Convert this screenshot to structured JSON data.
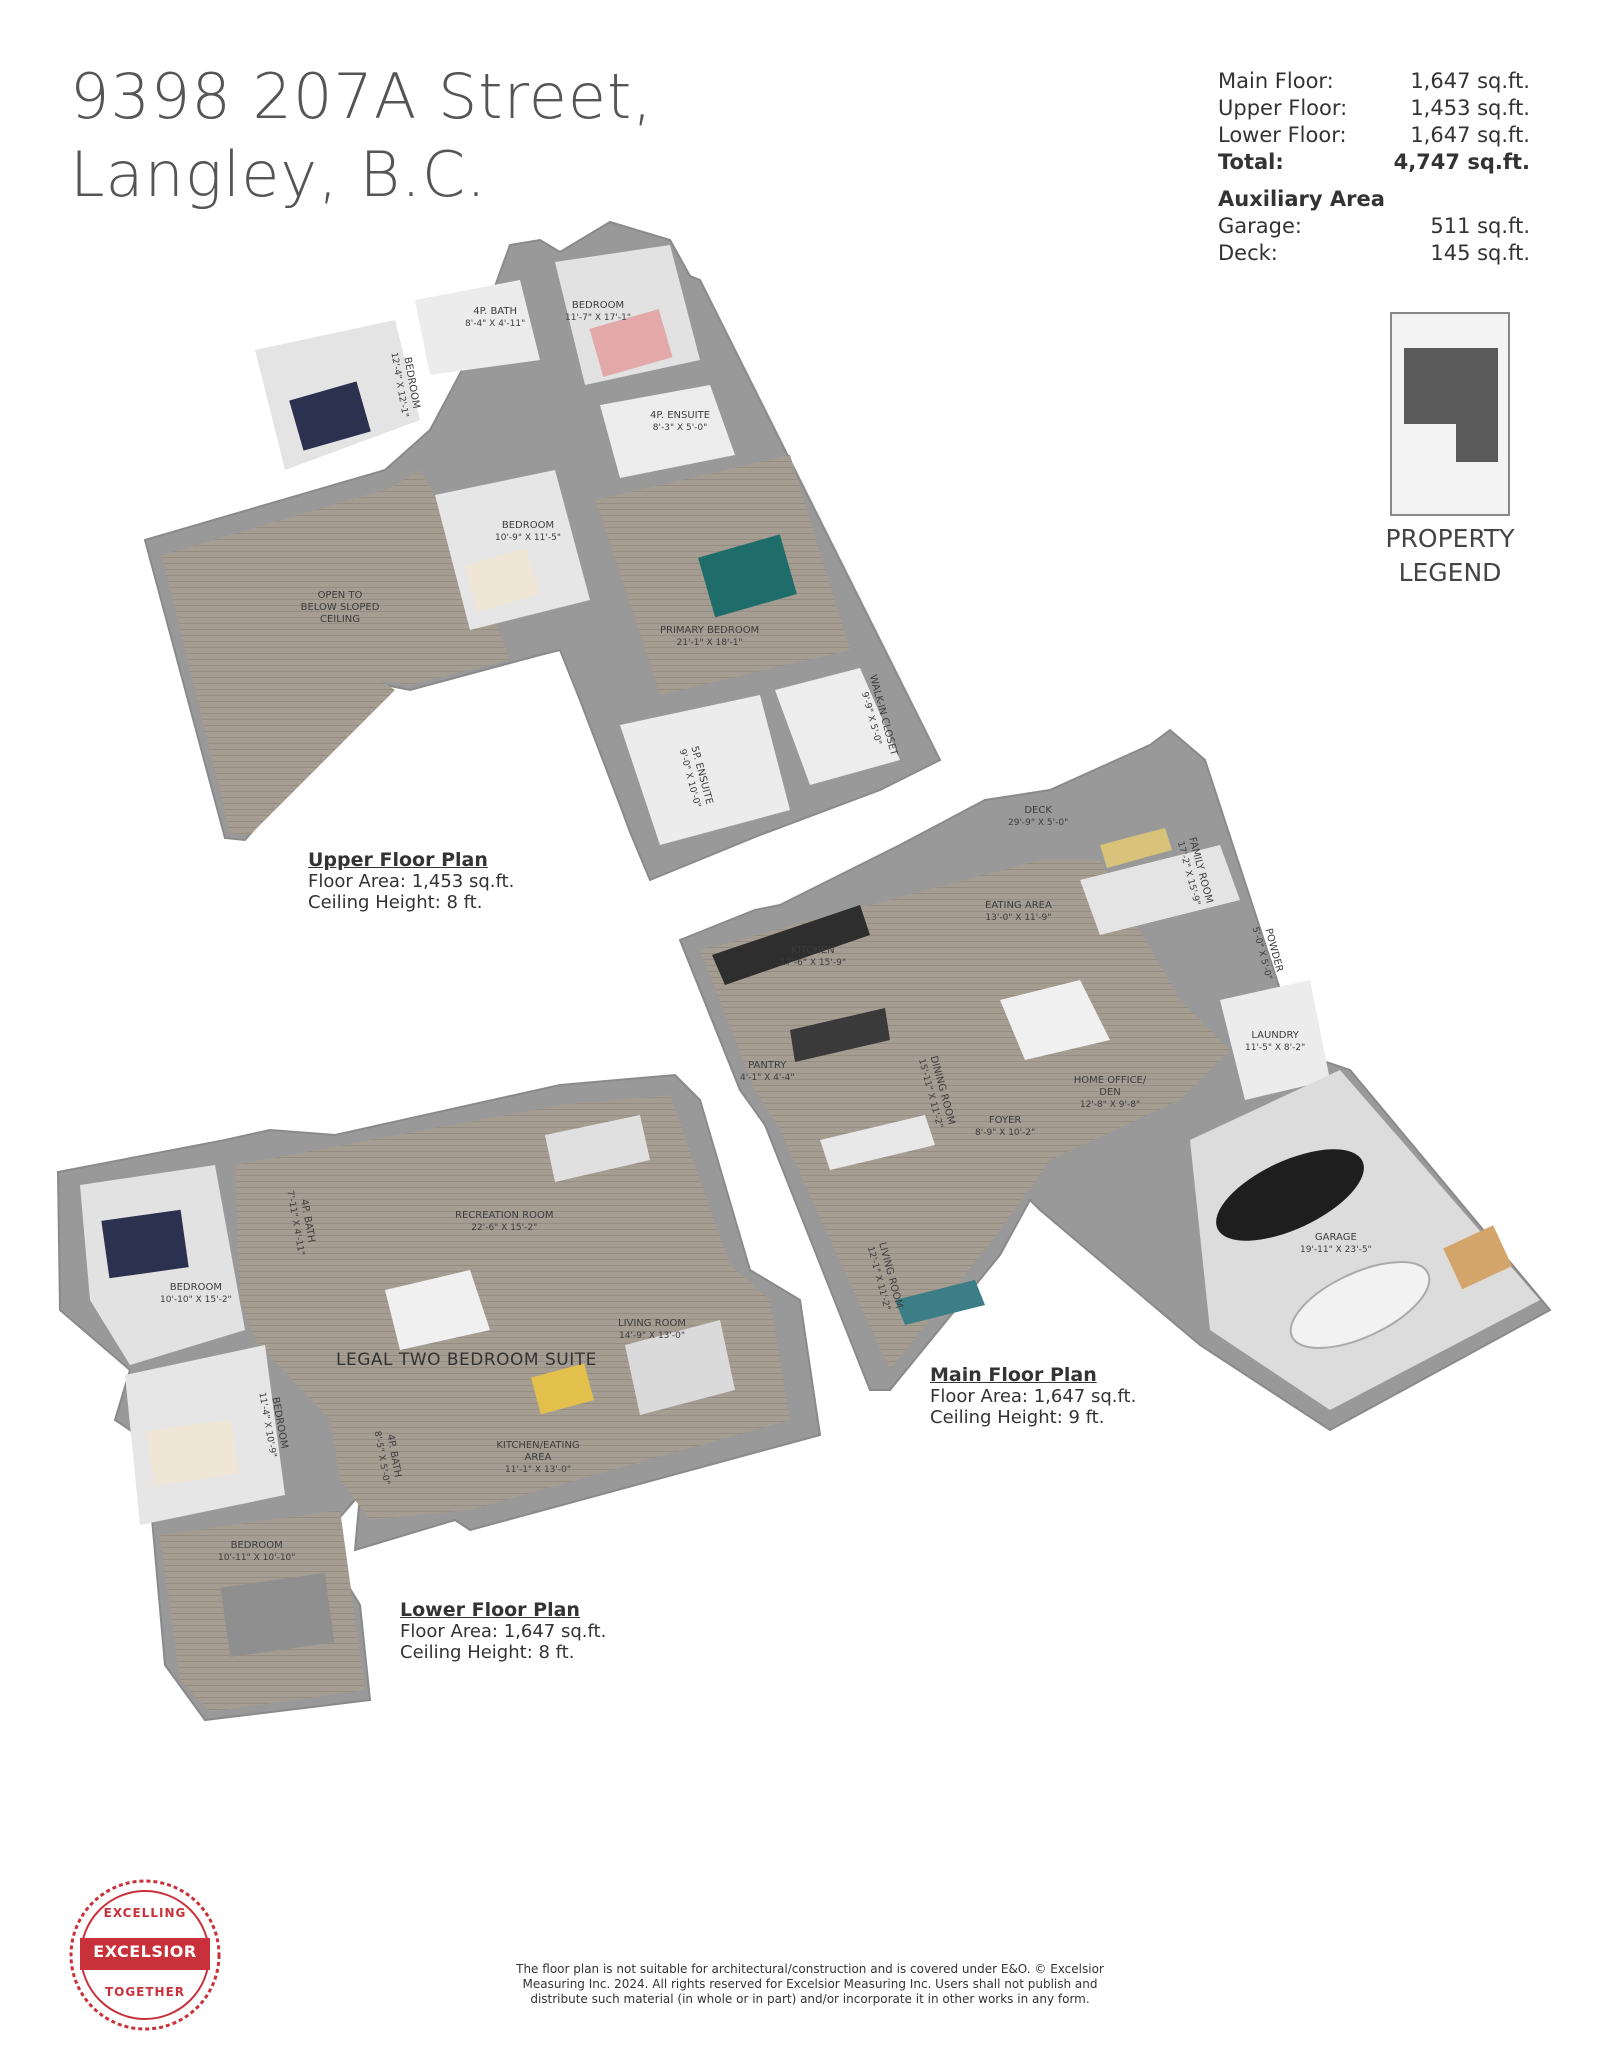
{
  "title": {
    "line1": "9398 207A Street,",
    "line2": "Langley, B.C."
  },
  "areas": {
    "main": {
      "label": "Main Floor:",
      "value": "1,647 sq.ft."
    },
    "upper": {
      "label": "Upper Floor:",
      "value": "1,453 sq.ft."
    },
    "lower": {
      "label": "Lower Floor:",
      "value": "1,647 sq.ft."
    },
    "total": {
      "label": "Total:",
      "value": "4,747 sq.ft."
    },
    "aux_title": "Auxiliary Area",
    "garage": {
      "label": "Garage:",
      "value": "511 sq.ft."
    },
    "deck": {
      "label": "Deck:",
      "value": "145 sq.ft."
    }
  },
  "legend": {
    "line1": "PROPERTY",
    "line2": "LEGEND"
  },
  "floors": {
    "upper": {
      "title": "Upper Floor Plan",
      "area": "Floor Area: 1,453 sq.ft.",
      "ceiling": "Ceiling Height: 8 ft."
    },
    "main": {
      "title": "Main Floor Plan",
      "area": "Floor Area: 1,647 sq.ft.",
      "ceiling": "Ceiling Height: 9 ft."
    },
    "lower": {
      "title": "Lower Floor Plan",
      "area": "Floor Area: 1,647 sq.ft.",
      "ceiling": "Ceiling Height: 8 ft."
    }
  },
  "suite_label": "LEGAL TWO BEDROOM SUITE",
  "rooms": {
    "upper": {
      "bath4p": {
        "name": "4P. BATH",
        "dim": "8'-4\" x 4'-11\""
      },
      "bedroom_ne": {
        "name": "BEDROOM",
        "dim": "11'-7\" x 17'-1\""
      },
      "bedroom_nw": {
        "name": "BEDROOM",
        "dim": "12'-4\" x 12'-1\""
      },
      "ensuite4p": {
        "name": "4P. ENSUITE",
        "dim": "8'-3\" x 5'-0\""
      },
      "bedroom_mid": {
        "name": "BEDROOM",
        "dim": "10'-9\" x 11'-5\""
      },
      "open_below": {
        "name": "OPEN TO BELOW SLOPED CEILING"
      },
      "primary": {
        "name": "PRIMARY BEDROOM",
        "dim": "21'-1\" x 18'-1\""
      },
      "walkin": {
        "name": "WALK-IN CLOSET",
        "dim": "9'-9\" x 5'-0\""
      },
      "ensuite5p": {
        "name": "5P. ENSUITE",
        "dim": "9'-0\" x 10'-0\""
      }
    },
    "main": {
      "deck": {
        "name": "DECK",
        "dim": "29'-9\" x 5'-0\""
      },
      "family": {
        "name": "FAMILY ROOM",
        "dim": "17'-2\" x 15'-9\""
      },
      "eating": {
        "name": "EATING AREA",
        "dim": "13'-0\" x 11'-9\""
      },
      "kitchen": {
        "name": "KITCHEN",
        "dim": "17'-6\" x 15'-9\""
      },
      "powder": {
        "name": "POWDER",
        "dim": "5'-0\" x 5'-0\""
      },
      "laundry": {
        "name": "LAUNDRY",
        "dim": "11'-5\" x 8'-2\""
      },
      "pantry": {
        "name": "PANTRY",
        "dim": "4'-1\" x 4'-4\""
      },
      "dining": {
        "name": "DINING ROOM",
        "dim": "15'-11\" x 11'-2\""
      },
      "office": {
        "name": "HOME OFFICE/ DEN",
        "dim": "12'-8\" x 9'-8\""
      },
      "foyer": {
        "name": "FOYER",
        "dim": "8'-9\" x 10'-2\""
      },
      "living": {
        "name": "LIVING ROOM",
        "dim": "12'-1\" x 11'-2\""
      },
      "garage": {
        "name": "GARAGE",
        "dim": "19'-11\" x 23'-5\""
      }
    },
    "lower": {
      "bath4p_a": {
        "name": "4P. BATH",
        "dim": "7'-11\" x 4'-11\""
      },
      "recreation": {
        "name": "RECREATION ROOM",
        "dim": "22'-6\" x 15'-2\""
      },
      "bedroom_a": {
        "name": "BEDROOM",
        "dim": "10'-10\" x 15'-2\""
      },
      "living": {
        "name": "LIVING ROOM",
        "dim": "14'-9\" x 13'-0\""
      },
      "bedroom_b": {
        "name": "BEDROOM",
        "dim": "11'-4\" x 10'-9\""
      },
      "bath4p_b": {
        "name": "4P. BATH",
        "dim": "8'-5\" x 5'-0\""
      },
      "kitchen": {
        "name": "KITCHEN/EATING AREA",
        "dim": "11'-1\" x 13'-0\""
      },
      "bedroom_c": {
        "name": "BEDROOM",
        "dim": "10'-11\" x 10'-10\""
      }
    }
  },
  "logo": {
    "top": "EXCELLING",
    "main": "EXCELSIOR",
    "bottom": "TOGETHER"
  },
  "footer": {
    "line1": "The floor plan is not suitable for architectural/construction and is covered under E&O. © Excelsior",
    "line2": "Measuring Inc. 2024. All rights reserved for Excelsior Measuring Inc. Users shall not publish and",
    "line3": "distribute such material (in whole or in part) and/or incorporate it in other works in any form."
  },
  "colors": {
    "wall": "#9a9a9a",
    "floor": "#a39a90",
    "room": "#e9e9e9",
    "accent": "#c8313a"
  }
}
